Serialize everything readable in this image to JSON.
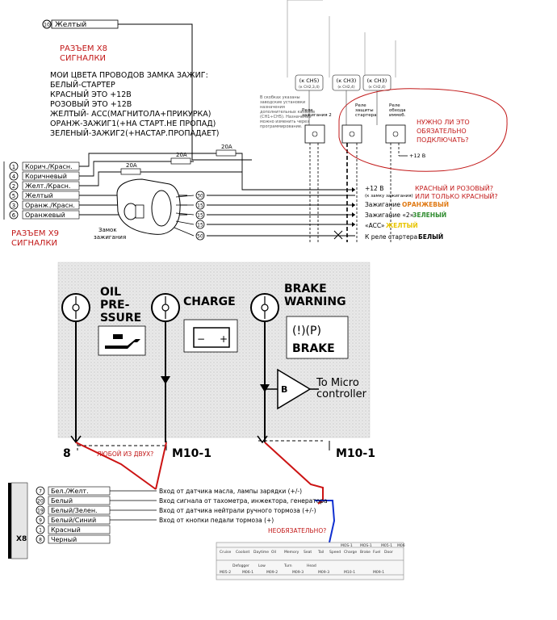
{
  "top_connector": {
    "pin": "10",
    "wire": "Желтый",
    "title_line1": "РАЗЪЕМ Х8",
    "title_line2": "СИГНАЛКИ"
  },
  "notes": {
    "heading": "МОИ ЦВЕТА ПРОВОДОВ ЗАМКА ЗАЖИГ:",
    "lines": [
      "БЕЛЫЙ-СТАРТЕР",
      "КРАСНЫЙ ЭТО +12В",
      "РОЗОВЫЙ ЭТО +12В",
      "ЖЕЛТЫЙ- АСС(МАГНИТОЛА+ПРИКУРКА)",
      "ОРАНЖ-ЗАЖИГ1(+НА СТАРТ.НЕ ПРОПАД)",
      "ЗЕЛЕНЫЙ-ЗАЖИГ2(+НАСТАР.ПРОПАДАЕТ)"
    ]
  },
  "info_note": {
    "lines": [
      "В скобках указаны",
      "заводские установки",
      "назначения",
      "дополнительных каналов",
      "(CH1÷CH5). Назначение",
      "можно изменить через",
      "программирование."
    ]
  },
  "relays": [
    {
      "ch": "(к CH5)",
      "sub": "(к CH2,3,4)",
      "label_lines": [
        "Реле",
        "зажигания 2"
      ]
    },
    {
      "ch": "(к CH3)",
      "sub": "(к CH2,4)",
      "label_lines": [
        "Реле",
        "защиты",
        "стартера"
      ]
    },
    {
      "ch": "(к CH3)",
      "sub": "(к CH2,4)",
      "label_lines": [
        "Реле",
        "обхода",
        "иммоб."
      ]
    }
  ],
  "relay_plus": "+12 В",
  "question_cloud": {
    "lines": [
      "НУЖНО ЛИ ЭТО",
      "ОБЯЗАТЕЛЬНО",
      "ПОДКЛЮЧАТЬ?"
    ]
  },
  "fuses": [
    "20A",
    "20A",
    "20A"
  ],
  "x9_wires": [
    {
      "pin": "1",
      "name": "Корич./Красн."
    },
    {
      "pin": "4",
      "name": "Коричневый"
    },
    {
      "pin": "2",
      "name": "Желт./Красн."
    },
    {
      "pin": "5",
      "name": "Желтый"
    },
    {
      "pin": "3",
      "name": "Оранж./Красн."
    },
    {
      "pin": "6",
      "name": "Оранжевый"
    }
  ],
  "x9_title": {
    "line1": "РАЗЪЕМ Х9",
    "line2": "СИГНАЛКИ"
  },
  "ignition_lock": {
    "label_lines": [
      "Замок",
      "зажигания"
    ],
    "pins": [
      "30",
      "15",
      "15",
      "15",
      "50"
    ]
  },
  "outputs": [
    {
      "text": "+12 В",
      "sub": "(к замку зажигания)",
      "color": ""
    },
    {
      "text": "Зажигание",
      "color_word": "ОРАНЖЕВЫЙ",
      "color": "#e07a14"
    },
    {
      "text": "Зажигание «2»",
      "color_word": "ЗЕЛЕНЫЙ",
      "color": "#2e8b2e"
    },
    {
      "text": "«ACC»",
      "color_word": "ЖЕЛТЫЙ",
      "color": "#e8c400"
    },
    {
      "text": "К реле стартера",
      "color_word": "БЕЛЫЙ",
      "color": "#000000"
    }
  ],
  "question_red_pink": {
    "lines": [
      "КРАСНЫЙ И РОЗОВЫЙ?",
      "ИЛИ ТОЛЬКО КРАСНЫЙ?"
    ]
  },
  "dash": {
    "oil": [
      "OIL",
      "PRE-",
      "SSURE"
    ],
    "charge": "CHARGE",
    "brake": [
      "BRAKE",
      "WARNING"
    ],
    "brake_symbol": "(!)(P)",
    "brake_word": "BRAKE",
    "micro": [
      "To Micro",
      "controller"
    ],
    "b_label": "B",
    "pin8": "8",
    "m10_left": "M10-1",
    "m10_right": "M10-1",
    "plus": "+",
    "minus": "−"
  },
  "question_any": "ЛЮБОЙ ИЗ ДВУХ?",
  "x8_label": "X8",
  "x8_wires": [
    {
      "pin": "7",
      "name": "Бел./Желт.",
      "desc": "Вход от датчика масла, лампы зарядки (+/-)"
    },
    {
      "pin": "20",
      "name": "Белый",
      "desc": "Вход сигнала от тахометра, инжектора, генератора"
    },
    {
      "pin": "19",
      "name": "Белый/Зелен.",
      "desc": "Вход от датчика нейтрали ручного тормоза (+/-)"
    },
    {
      "pin": "9",
      "name": "Белый/Синий",
      "desc": "Вход от кнопки педали тормоза (+)"
    },
    {
      "pin": "1",
      "name": "Красный",
      "desc": ""
    },
    {
      "pin": "8",
      "name": "Черный",
      "desc": ""
    }
  ],
  "question_optional": "НЕОБЯЗАТЕЛЬНО?",
  "scan": {
    "top_codes": [
      "MOS-1",
      "MOS-1",
      "M05-1",
      "M06"
    ],
    "bottom_codes": [
      "M05-2",
      "M06-1",
      "M09-2",
      "M09-3",
      "M09-3",
      "M10-1",
      "M09-1"
    ],
    "words": [
      "Cruise",
      "Coolant",
      "Daytime",
      "Oil",
      "Memory",
      "Seat",
      "Tail",
      "Speed",
      "Charge",
      "Brake",
      "Fuel",
      "Door",
      "Defogger",
      "Low",
      "Turn",
      "Head"
    ]
  },
  "colors": {
    "red_wire": "#cc1414",
    "blue_wire": "#1030d0",
    "annotation_red": "#c21818",
    "dash_bg": "#e6e6e6"
  }
}
